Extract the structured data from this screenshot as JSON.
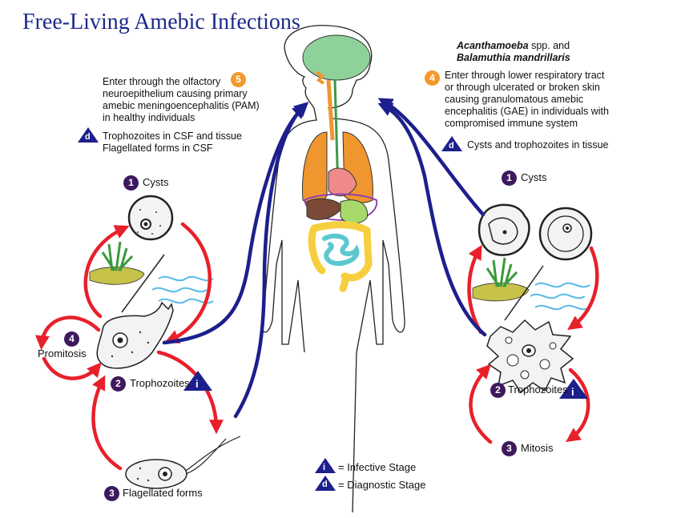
{
  "title": "Free-Living Amebic Infections",
  "naegleria_entry": {
    "step": "5",
    "lines": [
      "Enter through the olfactory",
      "neuroepithelium causing primary",
      "amebic meningoencephalitis (PAM)",
      "in healthy individuals"
    ]
  },
  "naegleria_diag": {
    "symbol": "d",
    "lines": [
      "Trophozoites in CSF and tissue",
      "Flagellated forms in CSF"
    ]
  },
  "acanth_species": {
    "line1": "Acanthamoeba",
    "line1_rest": " spp. and",
    "line2": "Balamuthia mandrillaris"
  },
  "acanth_entry": {
    "step": "4",
    "lines": [
      "Enter through lower respiratory tract",
      "or through ulcerated or broken skin",
      "causing granulomatous amebic",
      "encephalitis (GAE) in individuals with",
      "compromised immune system"
    ]
  },
  "acanth_diag": {
    "symbol": "d",
    "text": "Cysts and trophozoites in tissue"
  },
  "left_cycle": {
    "cysts": {
      "step": "1",
      "label": "Cysts"
    },
    "trophozoites": {
      "step": "2",
      "label": "Trophozoites",
      "symbol": "i"
    },
    "flagellated": {
      "step": "3",
      "label": "Flagellated forms"
    },
    "promitosis": {
      "step": "4",
      "label": "Promitosis"
    }
  },
  "right_cycle": {
    "cysts": {
      "step": "1",
      "label": "Cysts"
    },
    "trophozoites": {
      "step": "2",
      "label": "Trophozoites",
      "symbol": "i"
    },
    "mitosis": {
      "step": "3",
      "label": "Mitosis"
    }
  },
  "legend": {
    "infective": {
      "symbol": "i",
      "label": "= Infective Stage"
    },
    "diagnostic": {
      "symbol": "d",
      "label": "= Diagnostic Stage"
    }
  },
  "colors": {
    "title": "#1c2a8a",
    "red_arrow": "#e8202a",
    "blue_arrow": "#1c1f8c",
    "step_purple": "#3d1a5e",
    "step_orange": "#f29a2e",
    "brain": "#8fd19a",
    "lungs": "#f0962e",
    "heart": "#f08a8a",
    "liver": "#7a4a36",
    "stomach": "#a6d96a",
    "large_intestine": "#f6cf3e",
    "small_intestine": "#5bc8d0"
  }
}
